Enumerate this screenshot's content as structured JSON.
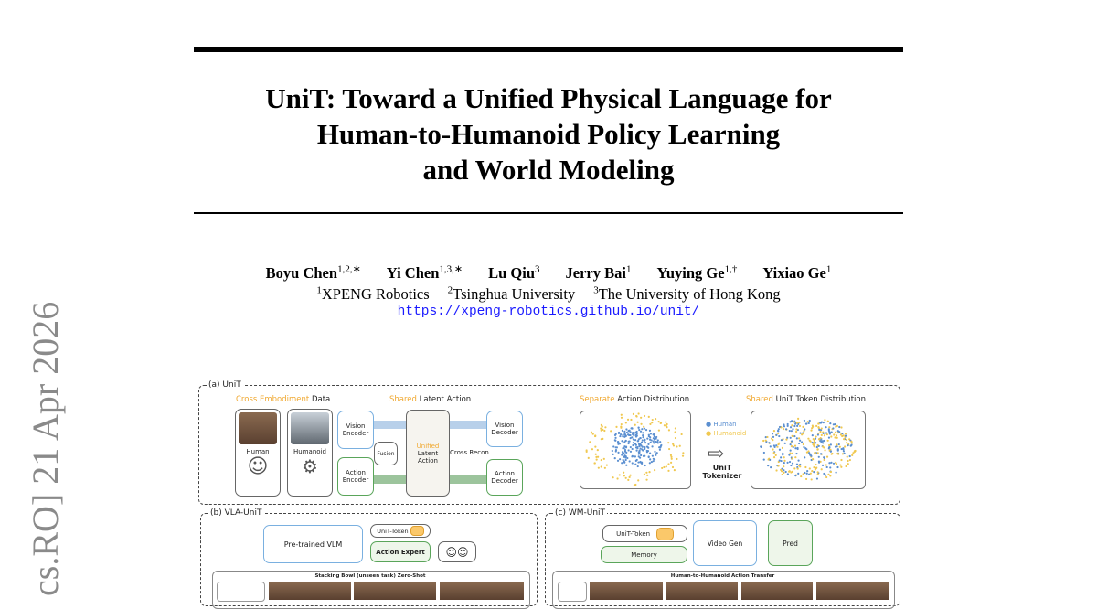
{
  "title": {
    "lines": [
      "UniT: Toward a Unified Physical Language for",
      "Human-to-Humanoid Policy Learning",
      "and World Modeling"
    ]
  },
  "authors": [
    {
      "name": "Boyu Chen",
      "sup": "1,2,∗"
    },
    {
      "name": "Yi Chen",
      "sup": "1,3,∗"
    },
    {
      "name": "Lu Qiu",
      "sup": "3"
    },
    {
      "name": "Jerry Bai",
      "sup": "1"
    },
    {
      "name": "Yuying Ge",
      "sup": "1,†"
    },
    {
      "name": "Yixiao Ge",
      "sup": "1"
    }
  ],
  "affiliations": [
    {
      "sup": "1",
      "name": "XPENG Robotics"
    },
    {
      "sup": "2",
      "name": "Tsinghua University"
    },
    {
      "sup": "3",
      "name": "The University of Hong Kong"
    }
  ],
  "url": "https://xpeng-robotics.github.io/unit/",
  "arxiv_stamp": "cs.RO]  21 Apr 2026",
  "figure": {
    "a": {
      "label": "(a) UniT",
      "data_hl": "Cross Embodiment",
      "data_rest": " Data",
      "human": "Human",
      "humanoid": "Humanoid",
      "shared_hl": "Shared",
      "shared_rest": " Latent Action",
      "vision_encoder": "Vision Encoder",
      "action_encoder": "Action Encoder",
      "fusion": "Fusion",
      "unified_hl": "Unified",
      "unified_rest": "Latent Action",
      "cross_recon": "Cross Recon.",
      "vision_decoder": "Vision Decoder",
      "action_decoder": "Action Decoder",
      "sep_hl": "Separate",
      "sep_rest": " Action Distribution",
      "legend_human": "Human",
      "legend_humanoid": "Humanoid",
      "tokenizer": "UniT Tokenizer",
      "shared2_hl": "Shared",
      "shared2_rest": " UniT Token Distribution",
      "colors": {
        "human": "#5b8fd0",
        "humanoid": "#f0c850"
      }
    },
    "b": {
      "label": "(b) VLA-UniT",
      "vlm": "Pre-trained VLM",
      "token": "UniT-Token",
      "expert": "Action Expert",
      "strip": "Stacking Bowl (unseen task) Zero-Shot"
    },
    "c": {
      "label": "(c) WM-UniT",
      "token": "UniT-Token",
      "memory": "Memory",
      "video_gen": "Video Gen",
      "pred": "Pred",
      "strip": "Human-to-Humanoid Action Transfer"
    }
  }
}
